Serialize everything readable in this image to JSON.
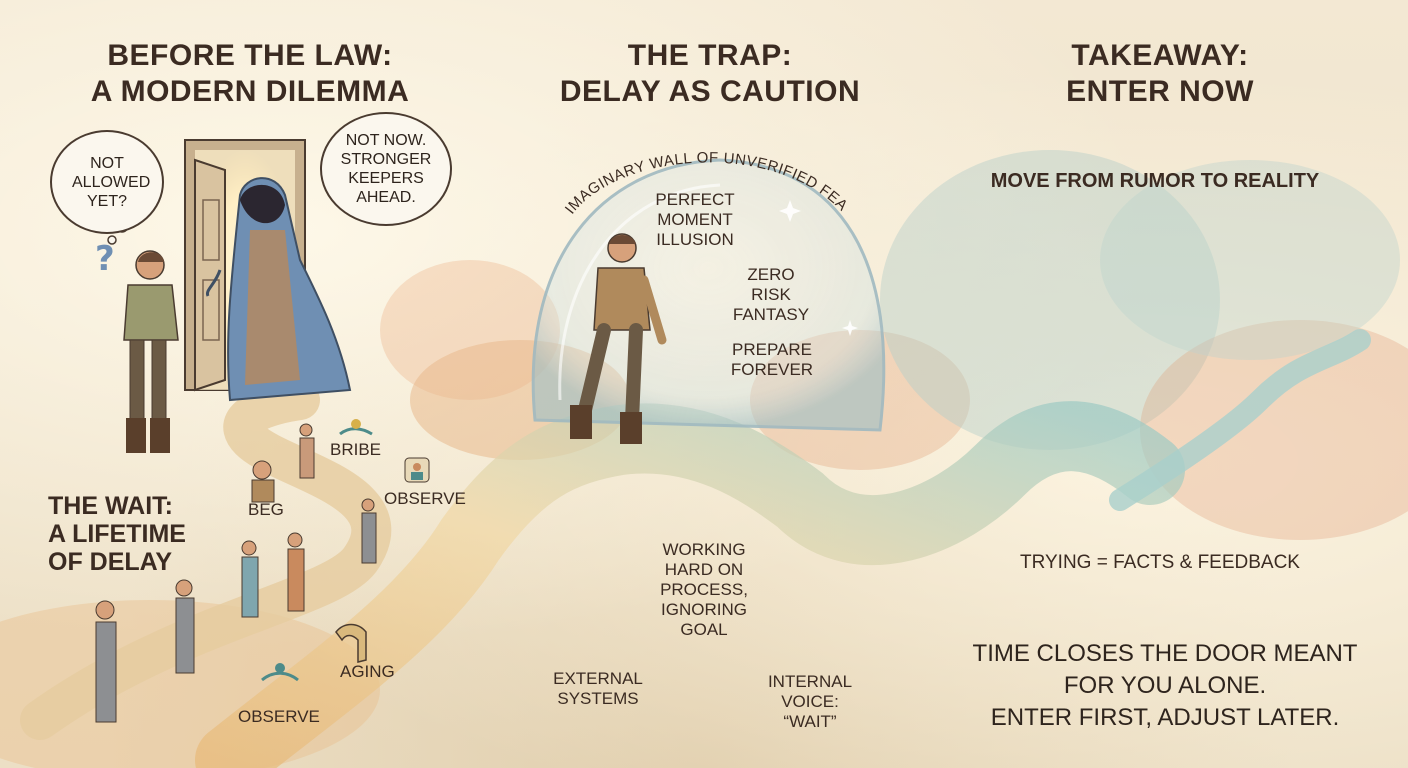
{
  "panels": {
    "left": {
      "title_line1": "BEFORE THE LAW:",
      "title_line2": "A MODERN DILEMMA",
      "thought_bubble": "NOT ALLOWED YET?",
      "speech_bubble": "NOT NOW. STRONGER KEEPERS AHEAD.",
      "wait_line1": "THE WAIT:",
      "wait_line2": "A LIFETIME",
      "wait_line3": "OF DELAY",
      "labels": {
        "bribe": "BRIBE",
        "beg": "BEG",
        "observe_top": "OBSERVE",
        "aging": "AGING",
        "observe_bottom": "OBSERVE"
      }
    },
    "middle": {
      "title_line1": "THE TRAP:",
      "title_line2": "DELAY AS CAUTION",
      "dome_arc": "IMAGINARY WALL OF UNVERIFIED FEAR",
      "illusions": [
        "PERFECT MOMENT ILLUSION",
        "ZERO RISK FANTASY",
        "PREPARE FOREVER"
      ],
      "external": "EXTERNAL SYSTEMS",
      "process": "WORKING HARD ON PROCESS, IGNORING GOAL",
      "internal": "INTERNAL VOICE: “WAIT”"
    },
    "right": {
      "title_line1": "TAKEAWAY:",
      "title_line2": "ENTER NOW",
      "banner": "MOVE FROM RUMOR TO REALITY",
      "trying": "TRYING = FACTS & FEEDBACK",
      "closing_line1": "TIME CLOSES THE DOOR MEANT",
      "closing_line2": "FOR YOU ALONE.",
      "closing_line3": "ENTER FIRST, ADJUST LATER."
    }
  },
  "colors": {
    "ink": "#3b2b22",
    "paper": "#efe3cc",
    "door_glow": "#fff3c8",
    "path_sand": "#e0b877",
    "path_teal": "#8fc2bf",
    "robe_blue": "#6f8fb3",
    "traveler_tan": "#b08a5c"
  },
  "icons": [
    "question-mark-icon",
    "gears-icon",
    "padlock-icon",
    "sparkle-icon",
    "sprout-icon",
    "sun-icon"
  ]
}
